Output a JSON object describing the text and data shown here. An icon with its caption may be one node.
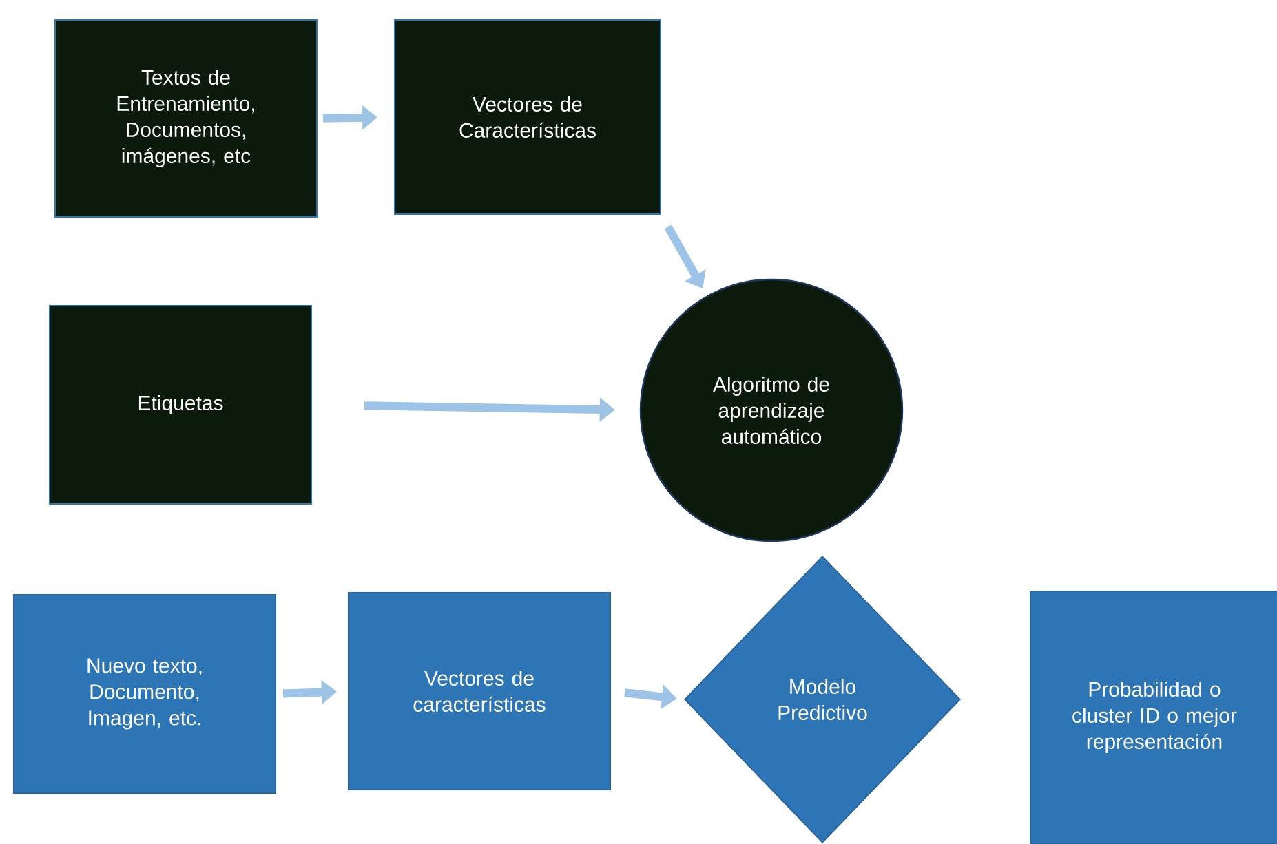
{
  "diagram": {
    "nodes": [
      {
        "text": [
          "Textos de Entrenamiento, Documentos, imágenes, etc"
        ]
      },
      {
        "text": [
          "Vectores de Características"
        ]
      },
      {
        "text": [
          "Etiquetas"
        ]
      },
      {
        "text": [
          "Algoritmo de aprendizaje automático"
        ]
      },
      {
        "text": [
          "Nuevo texto, Documento, Imagen, etc."
        ]
      },
      {
        "text": [
          "Vectores de características"
        ]
      },
      {
        "text": [
          "Modelo Predictivo"
        ]
      },
      {
        "text": [
          "Probabilidad o cluster ID o mejor representación"
        ]
      }
    ],
    "edges": [
      {
        "from": 0,
        "to": 1,
        "arrow": "to"
      },
      {
        "from": 1,
        "to": 3,
        "arrow": "to"
      },
      {
        "from": 2,
        "to": 3,
        "arrow": "to"
      },
      {
        "from": 4,
        "to": 5,
        "arrow": "to"
      },
      {
        "from": 5,
        "to": 6,
        "arrow": "to"
      }
    ]
  }
}
